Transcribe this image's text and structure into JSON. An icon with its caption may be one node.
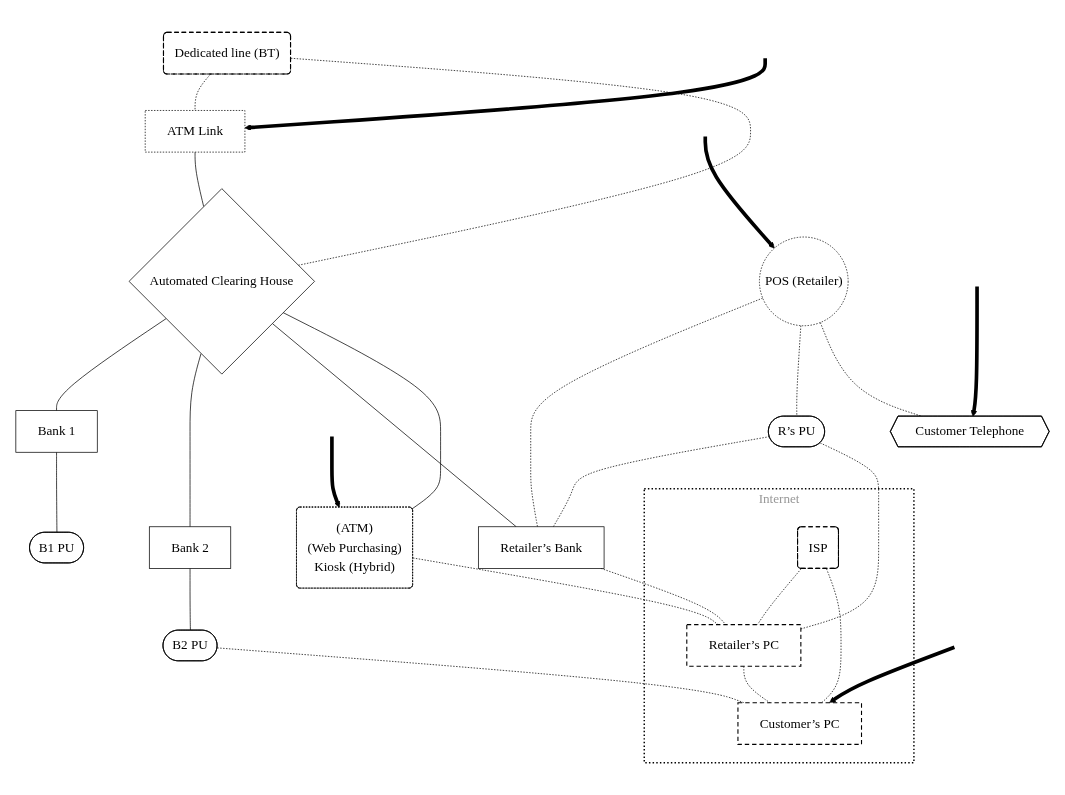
{
  "diagram": {
    "nodes": [
      {
        "text": [
          "ATM Link"
        ]
      },
      {
        "text": [
          "Bank 1"
        ]
      },
      {
        "text": [
          "B1 PU"
        ]
      },
      {
        "text": [
          "Dedicated line (BT)"
        ]
      },
      {
        "text": [
          "Automated Clearing House"
        ]
      },
      {
        "text": [
          "Bank 2"
        ]
      },
      {
        "text": [
          "B2 PU"
        ]
      },
      {
        "text": [
          "POS (Retailer)"
        ]
      },
      {
        "text": [
          "Retailer’s Bank"
        ]
      },
      {
        "text": [
          "R’s PU"
        ]
      },
      {
        "text": [
          "Internet"
        ]
      },
      {
        "text": [
          "Retailer’s PC"
        ],
        "in": 10
      },
      {
        "text": [
          "(ATM)",
          "(Web Purchasing)",
          "Kiosk (Hybrid)"
        ]
      },
      {
        "text": [
          "Customer Telephone"
        ]
      },
      {
        "text": [
          "Customer’s PC"
        ],
        "in": 10
      },
      {
        "text": [
          "ISP"
        ],
        "in": 10
      }
    ],
    "edges": [
      {
        "from": 0,
        "to": 4,
        "arrow": "none"
      },
      {
        "from": 3,
        "to": 0,
        "arrow": "none",
        "style": "dashed"
      },
      {
        "from": 3,
        "to": 4,
        "arrow": "none",
        "style": "dashed"
      },
      {
        "from": 4,
        "to": 1,
        "arrow": "none"
      },
      {
        "from": 4,
        "to": 5,
        "arrow": "none"
      },
      {
        "from": 1,
        "to": 2,
        "arrow": "none"
      },
      {
        "from": 5,
        "to": 6,
        "arrow": "none"
      },
      {
        "from": 4,
        "to": 8,
        "arrow": "none"
      },
      {
        "from": 4,
        "to": 12,
        "arrow": "none"
      },
      {
        "from": 7,
        "to": 8,
        "arrow": "none",
        "style": "dashed"
      },
      {
        "from": 7,
        "to": 9,
        "arrow": "none",
        "style": "dashed"
      },
      {
        "from": 9,
        "to": 8,
        "arrow": "none",
        "style": "dashed"
      },
      {
        "from": 9,
        "to": 11,
        "arrow": "none",
        "style": "dashed"
      },
      {
        "from": 8,
        "to": 11,
        "arrow": "none",
        "style": "dashed"
      },
      {
        "from": 12,
        "to": 11,
        "arrow": "none",
        "style": "dashed"
      },
      {
        "from": 7,
        "to": 13,
        "arrow": "none",
        "style": "dashed"
      },
      {
        "from": 11,
        "to": 14,
        "arrow": "none",
        "style": "dashed"
      },
      {
        "from": 6,
        "to": 14,
        "arrow": "none",
        "style": "dashed"
      },
      {
        "from": 15,
        "to": 11,
        "arrow": "none",
        "style": "dashed"
      },
      {
        "from": 15,
        "to": 14,
        "arrow": "none",
        "style": "dashed"
      },
      {
        "from": null,
        "to": 0,
        "arrow": "to",
        "style": "thick"
      },
      {
        "from": null,
        "to": 7,
        "arrow": "to",
        "style": "thick"
      },
      {
        "from": null,
        "to": 13,
        "arrow": "to",
        "style": "thick"
      },
      {
        "from": null,
        "to": 12,
        "arrow": "to",
        "style": "thick"
      },
      {
        "from": null,
        "to": 14,
        "arrow": "to",
        "style": "thick"
      }
    ]
  }
}
